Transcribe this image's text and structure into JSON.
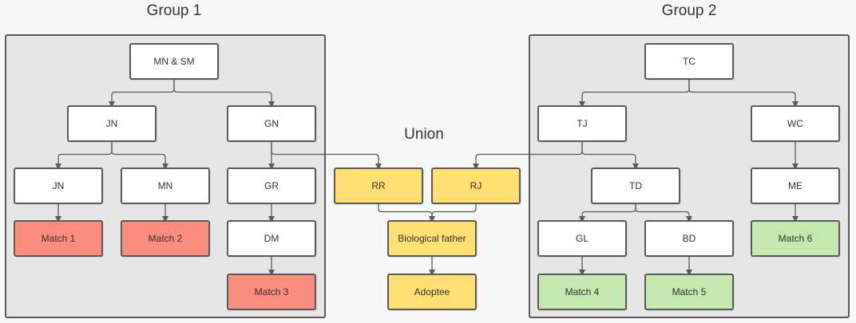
{
  "groups": [
    {
      "id": "g1",
      "title": "Group 1"
    },
    {
      "id": "g2",
      "title": "Group 2"
    }
  ],
  "union_label": "Union",
  "colors": {
    "white": "#ffffff",
    "red": "#fc8c7e",
    "yellow": "#ffdf71",
    "green": "#c3e8b0",
    "border": "#5a5a5a",
    "group_bg": "#e6e6e6"
  },
  "nodes": {
    "mn_sm": {
      "label": "MN & SM",
      "color": "white"
    },
    "jn_top": {
      "label": "JN",
      "color": "white"
    },
    "gn": {
      "label": "GN",
      "color": "white"
    },
    "jn_child": {
      "label": "JN",
      "color": "white"
    },
    "mn": {
      "label": "MN",
      "color": "white"
    },
    "gr": {
      "label": "GR",
      "color": "white"
    },
    "dm": {
      "label": "DM",
      "color": "white"
    },
    "match1": {
      "label": "Match 1",
      "color": "red"
    },
    "match2": {
      "label": "Match 2",
      "color": "red"
    },
    "match3": {
      "label": "Match 3",
      "color": "red"
    },
    "rr": {
      "label": "RR",
      "color": "yellow"
    },
    "rj": {
      "label": "RJ",
      "color": "yellow"
    },
    "bio_father": {
      "label": "Biological father",
      "color": "yellow"
    },
    "adoptee": {
      "label": "Adoptee",
      "color": "yellow"
    },
    "tc": {
      "label": "TC",
      "color": "white"
    },
    "tj": {
      "label": "TJ",
      "color": "white"
    },
    "wc": {
      "label": "WC",
      "color": "white"
    },
    "td": {
      "label": "TD",
      "color": "white"
    },
    "me": {
      "label": "ME",
      "color": "white"
    },
    "gl": {
      "label": "GL",
      "color": "white"
    },
    "bd": {
      "label": "BD",
      "color": "white"
    },
    "match4": {
      "label": "Match 4",
      "color": "green"
    },
    "match5": {
      "label": "Match 5",
      "color": "green"
    },
    "match6": {
      "label": "Match 6",
      "color": "green"
    }
  },
  "edges": [
    {
      "from": "mn_sm",
      "to": "jn_top"
    },
    {
      "from": "mn_sm",
      "to": "gn"
    },
    {
      "from": "jn_top",
      "to": "jn_child"
    },
    {
      "from": "jn_top",
      "to": "mn"
    },
    {
      "from": "gn",
      "to": "gr"
    },
    {
      "from": "gn",
      "to": "rr"
    },
    {
      "from": "gr",
      "to": "dm"
    },
    {
      "from": "dm",
      "to": "match3"
    },
    {
      "from": "jn_child",
      "to": "match1"
    },
    {
      "from": "mn",
      "to": "match2"
    },
    {
      "from": "rr",
      "to": "bio_father"
    },
    {
      "from": "rj",
      "to": "bio_father"
    },
    {
      "from": "bio_father",
      "to": "adoptee"
    },
    {
      "from": "tc",
      "to": "tj"
    },
    {
      "from": "tc",
      "to": "wc"
    },
    {
      "from": "tj",
      "to": "rj"
    },
    {
      "from": "tj",
      "to": "td"
    },
    {
      "from": "wc",
      "to": "me"
    },
    {
      "from": "me",
      "to": "match6"
    },
    {
      "from": "td",
      "to": "gl"
    },
    {
      "from": "td",
      "to": "bd"
    },
    {
      "from": "gl",
      "to": "match4"
    },
    {
      "from": "bd",
      "to": "match5"
    }
  ]
}
